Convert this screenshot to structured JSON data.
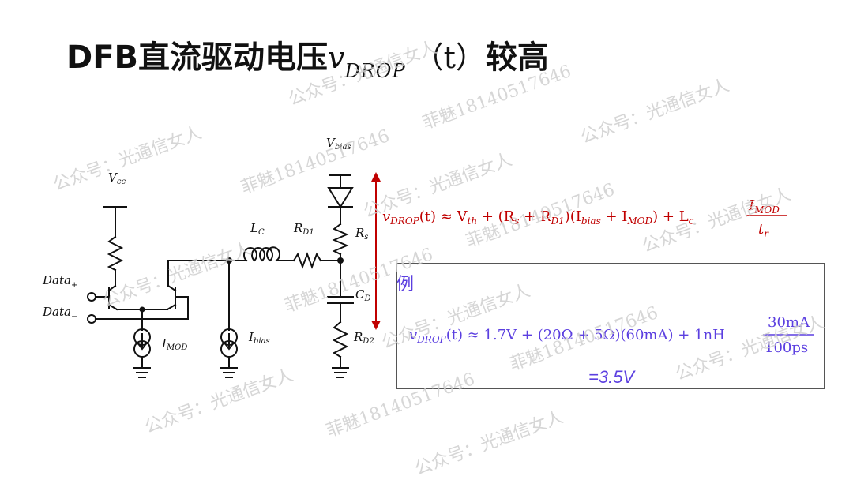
{
  "slide": {
    "title_prefix": "DFB直流驱动电压",
    "title_var": "v",
    "title_var_sub": "DROP",
    "title_paren": "（t）",
    "title_suffix": "较高"
  },
  "circuit": {
    "vcc": "V",
    "vcc_sub": "cc",
    "vbias": "V",
    "vbias_sub": "bias",
    "data_plus": "Data",
    "data_plus_sub": "+",
    "data_minus": "Data",
    "data_minus_sub": "−",
    "imod": "I",
    "imod_sub": "MOD",
    "ibias": "I",
    "ibias_sub": "bias",
    "lc": "L",
    "lc_sub": "C",
    "rd1": "R",
    "rd1_sub": "D1",
    "rs": "R",
    "rs_sub": "s",
    "cd": "C",
    "cd_sub": "D",
    "rd2": "R",
    "rd2_sub": "D2"
  },
  "formula": {
    "lhs": "v",
    "lhs_sub": "DROP",
    "lhs_arg": "(t) ≈ V",
    "vth_sub": "th",
    "part2": " + (R",
    "rs_sub": "s",
    "part3": " + R",
    "rd1_sub": "D1",
    "part4": ")(I",
    "ibias_sub": "bias",
    "part5": " + I",
    "imod_sub": "MOD",
    "part6": ") + L",
    "lc_sub": "c",
    "frac_num": "I",
    "frac_num_sub": "MOD",
    "frac_den": "t",
    "frac_den_sub": "r"
  },
  "example": {
    "label": "例",
    "lhs": "v",
    "lhs_sub": "DROP",
    "rhs": "(t) ≈ 1.7V + (20Ω + 5Ω)(60mA) + 1nH",
    "frac_num": "30mA",
    "frac_den": "100ps",
    "result": "=3.5V"
  },
  "watermarks": [
    "公众号：光通信女人",
    "菲魅18140517646"
  ],
  "colors": {
    "accent_red": "#c00000",
    "example_purple": "#5b3fe0",
    "text": "#111111",
    "watermark": "#cfcfcf"
  }
}
